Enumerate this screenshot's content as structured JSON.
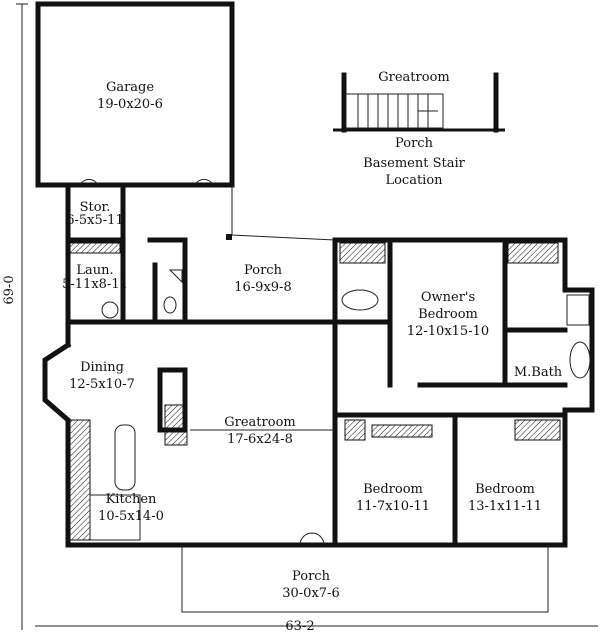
{
  "rooms": {
    "garage": {
      "name": "Garage",
      "size": "19-0x20-6"
    },
    "storage": {
      "name": "Stor.",
      "size": "6-5x5-11"
    },
    "laundry": {
      "name": "Laun.",
      "size": "5-11x8-11"
    },
    "rear_porch": {
      "name": "Porch",
      "size": "16-9x9-8"
    },
    "owners_bedroom": {
      "name": "Owner's",
      "name2": "Bedroom",
      "size": "12-10x15-10"
    },
    "master_bath": {
      "name": "M.Bath"
    },
    "dining": {
      "name": "Dining",
      "size": "12-5x10-7"
    },
    "greatroom": {
      "name": "Greatroom",
      "size": "17-6x24-8"
    },
    "kitchen": {
      "name": "Kitchen",
      "size": "10-5x14-0"
    },
    "bedroom2": {
      "name": "Bedroom",
      "size": "11-7x10-11"
    },
    "bedroom3": {
      "name": "Bedroom",
      "size": "13-1x11-11"
    },
    "front_porch": {
      "name": "Porch",
      "size": "30-0x7-6"
    }
  },
  "stair_inset": {
    "top_label": "Greatroom",
    "bottom_label": "Porch",
    "caption1": "Basement Stair",
    "caption2": "Location"
  },
  "dimensions": {
    "width": "63-2",
    "depth": "69-0"
  }
}
